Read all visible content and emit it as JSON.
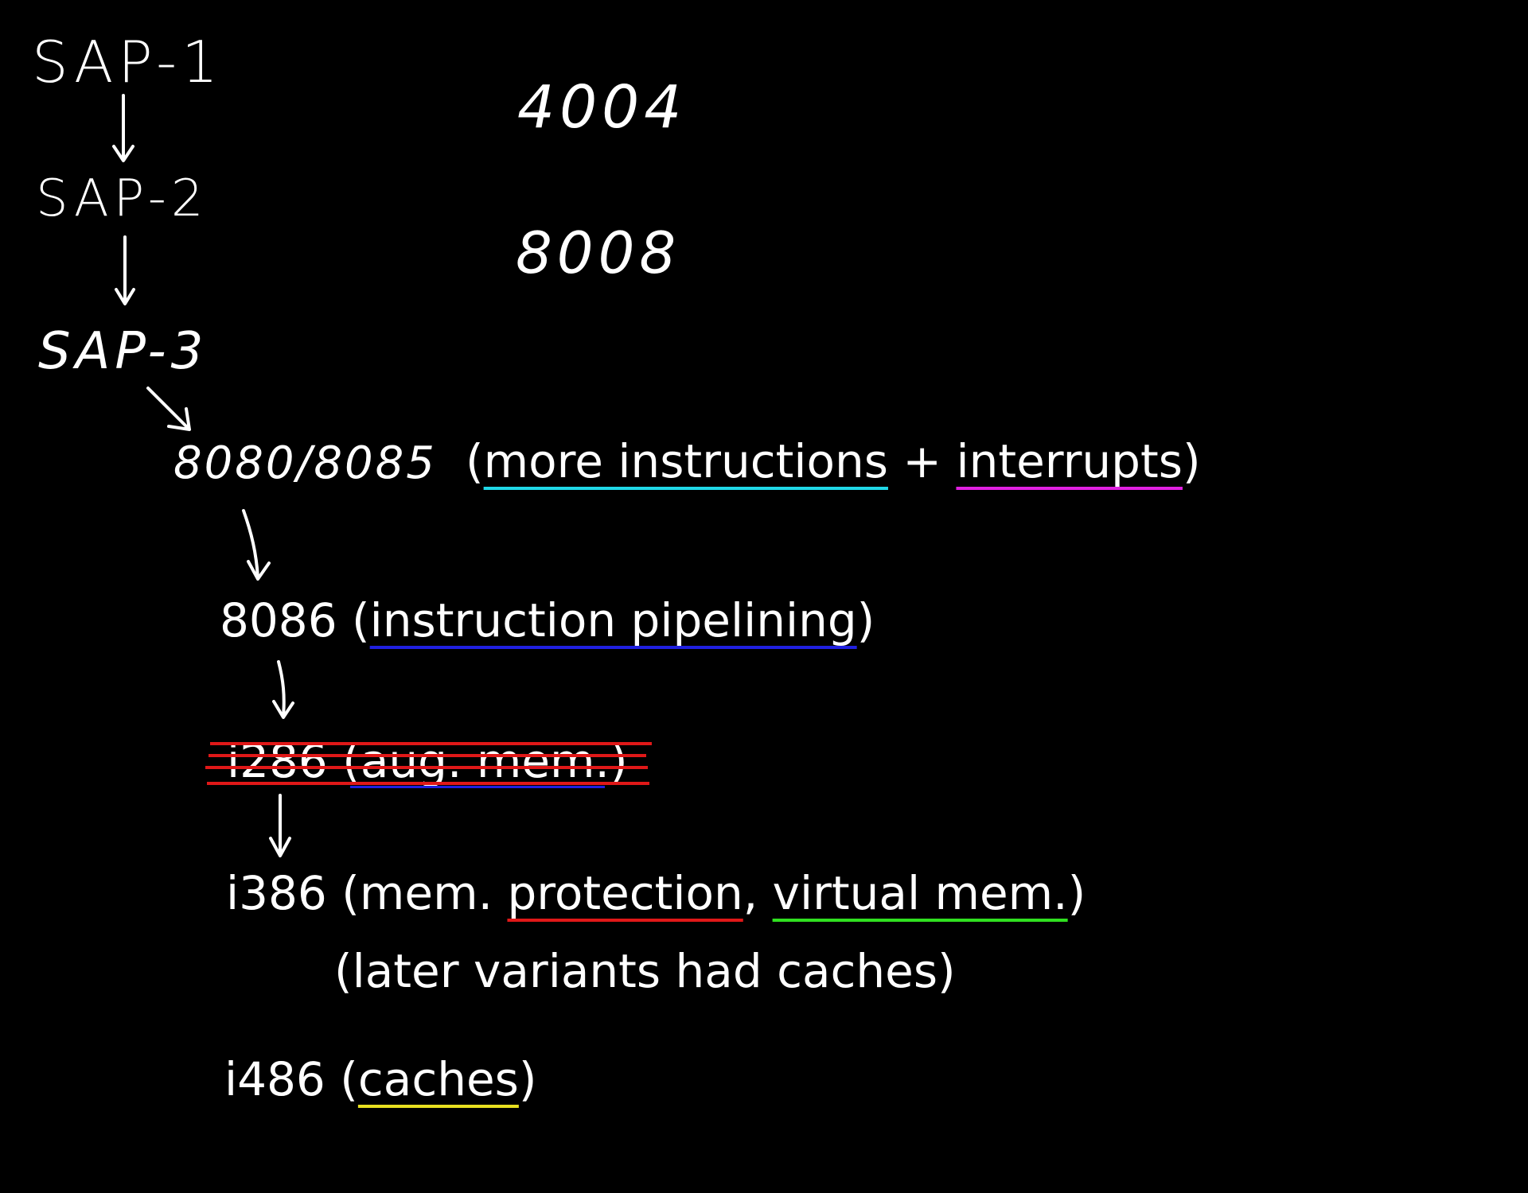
{
  "colors": {
    "background": "#000000",
    "ink": "#ffffff",
    "cyan": "#20d8e8",
    "magenta": "#e020e0",
    "blue": "#2020e0",
    "red": "#e01818",
    "green": "#30e020",
    "yellow": "#e8e020"
  },
  "lineage": {
    "sap1": "SAP-1",
    "sap2": "SAP-2",
    "sap3": "SAP-3",
    "intel_early": [
      "4004",
      "8008"
    ]
  },
  "i8080": {
    "chip": "8080/8085",
    "open": "(",
    "feature1": "more instructions",
    "plus": " + ",
    "feature2": "interrupts",
    "close": ")"
  },
  "i8086": {
    "chip": "8086 (",
    "feature": "instruction pipelining",
    "close": ")"
  },
  "i286": {
    "text": "i286 (aug. mem.)",
    "crossed_out": true
  },
  "i386": {
    "chip": "i386 ",
    "open": "(mem. ",
    "feature1": "protection",
    "comma": ", ",
    "feature2": "virtual mem.",
    "close": ")",
    "note": "(later variants had caches)"
  },
  "i486": {
    "chip": "i486 (",
    "feature": "caches",
    "close": ")"
  },
  "icons": [
    "down-arrow-icon",
    "diagonal-arrow-icon"
  ]
}
